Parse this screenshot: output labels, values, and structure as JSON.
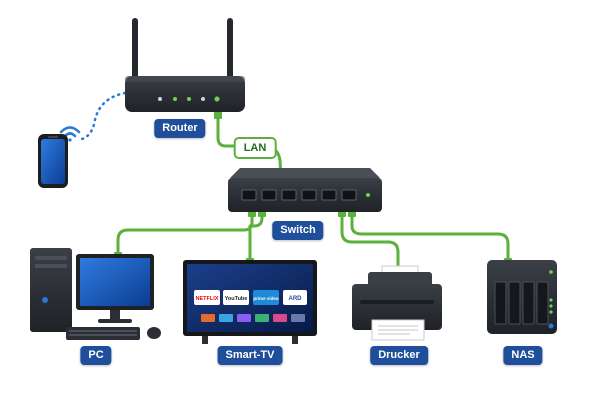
{
  "colors": {
    "label_bg": "#1f4e9a",
    "cable": "#5bb13b",
    "device": "#2b2f35",
    "wifi": "#2a78d4"
  },
  "labels": {
    "router": "Router",
    "lan": "LAN",
    "switch": "Switch",
    "pc": "PC",
    "smart_tv": "Smart-TV",
    "printer": "Drucker",
    "nas": "NAS"
  },
  "tv_apps": {
    "netflix": "NETFLIX",
    "youtube": "YouTube",
    "prime": "prime video",
    "ard": "ARD"
  },
  "icons": [
    "wifi-icon",
    "smartphone-icon",
    "router-icon",
    "switch-icon",
    "pc-tower-icon",
    "monitor-icon",
    "keyboard-icon",
    "mouse-icon",
    "tv-icon",
    "printer-icon",
    "nas-icon"
  ]
}
